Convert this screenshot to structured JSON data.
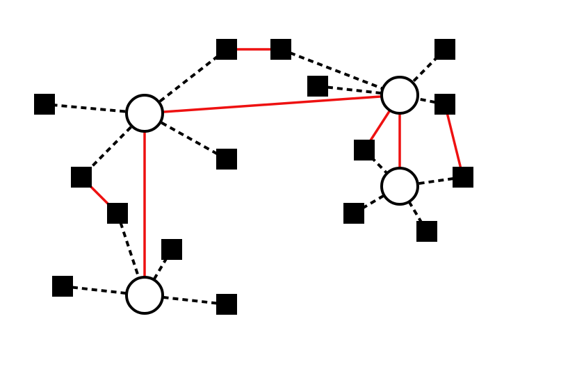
{
  "colors": {
    "background": "#ffffff",
    "solid_edge": "#ee1111",
    "dashed_edge": "#000000",
    "hub_fill": "#ffffff",
    "hub_stroke": "#000000",
    "leaf_fill": "#000000"
  },
  "nodes": [
    {
      "id": "A",
      "kind": "hub"
    },
    {
      "id": "B",
      "kind": "hub"
    },
    {
      "id": "C",
      "kind": "hub"
    },
    {
      "id": "D",
      "kind": "hub"
    },
    {
      "id": "a1",
      "kind": "leaf"
    },
    {
      "id": "a2",
      "kind": "leaf"
    },
    {
      "id": "a3",
      "kind": "leaf"
    },
    {
      "id": "a4",
      "kind": "leaf"
    },
    {
      "id": "a5",
      "kind": "leaf"
    },
    {
      "id": "a6",
      "kind": "leaf"
    },
    {
      "id": "b1",
      "kind": "leaf"
    },
    {
      "id": "b2",
      "kind": "leaf"
    },
    {
      "id": "b3",
      "kind": "leaf"
    },
    {
      "id": "c1",
      "kind": "leaf"
    },
    {
      "id": "c2",
      "kind": "leaf"
    },
    {
      "id": "c3",
      "kind": "leaf"
    },
    {
      "id": "c4",
      "kind": "leaf"
    },
    {
      "id": "d1",
      "kind": "leaf"
    },
    {
      "id": "d2",
      "kind": "leaf"
    },
    {
      "id": "d3",
      "kind": "leaf"
    },
    {
      "id": "d4",
      "kind": "leaf"
    }
  ],
  "edges": [
    {
      "from": "A",
      "to": "C",
      "style": "solid"
    },
    {
      "from": "A",
      "to": "B",
      "style": "solid"
    },
    {
      "from": "C",
      "to": "D",
      "style": "solid"
    },
    {
      "from": "a2",
      "to": "a3",
      "style": "solid"
    },
    {
      "from": "a5",
      "to": "a6",
      "style": "solid"
    },
    {
      "from": "C",
      "to": "d1",
      "style": "solid"
    },
    {
      "from": "c4",
      "to": "d2",
      "style": "solid"
    },
    {
      "from": "A",
      "to": "a1",
      "style": "dashed"
    },
    {
      "from": "A",
      "to": "a2",
      "style": "dashed"
    },
    {
      "from": "A",
      "to": "a4",
      "style": "dashed"
    },
    {
      "from": "A",
      "to": "a5",
      "style": "dashed"
    },
    {
      "from": "a3",
      "to": "c1",
      "style": "dashed"
    },
    {
      "from": "c1",
      "to": "c2",
      "style": "dashed"
    },
    {
      "from": "c1",
      "to": "c3",
      "style": "dashed"
    },
    {
      "from": "a6",
      "to": "B",
      "style": "dashed"
    },
    {
      "from": "a6",
      "to": "B",
      "style": "dashed"
    },
    {
      "from": "b1",
      "to": "B",
      "style": "dashed"
    },
    {
      "from": "b2",
      "to": "B",
      "style": "dashed"
    },
    {
      "from": "b3",
      "to": "B",
      "style": "dashed"
    },
    {
      "from": "C",
      "to": "c4",
      "style": "dashed"
    },
    {
      "from": "C",
      "to": "c5",
      "style": "dashed"
    },
    {
      "from": "C",
      "to": "c6",
      "style": "dashed"
    },
    {
      "from": "C",
      "to": "c7",
      "style": "dashed"
    },
    {
      "from": "D",
      "to": "d1",
      "style": "dashed"
    },
    {
      "from": "D",
      "to": "d2",
      "style": "dashed"
    },
    {
      "from": "D",
      "to": "d3",
      "style": "dashed"
    },
    {
      "from": "D",
      "to": "d4",
      "style": "dashed"
    }
  ]
}
